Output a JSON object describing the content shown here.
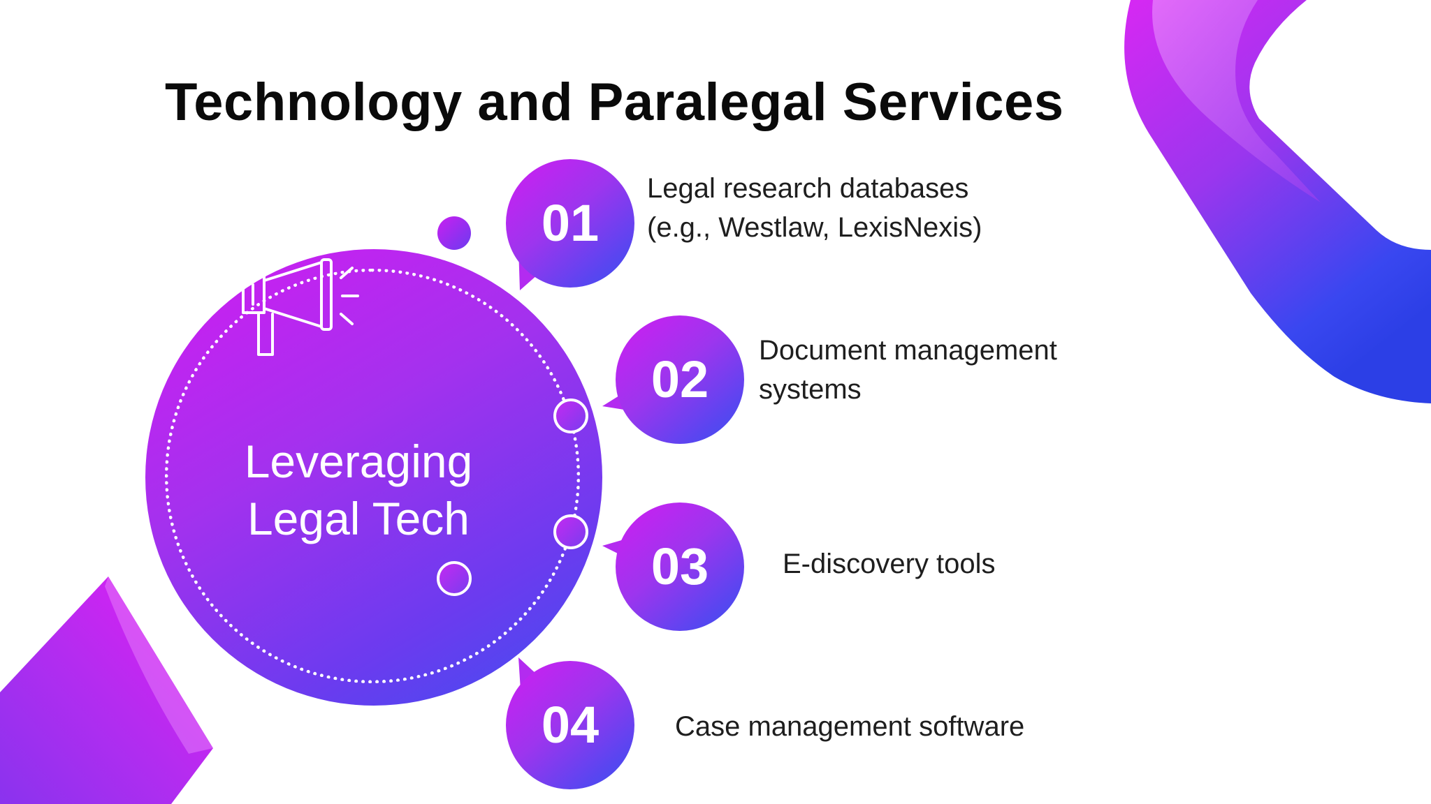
{
  "title": "Technology and Paralegal Services",
  "center": {
    "line1": "Leveraging",
    "line2": "Legal Tech"
  },
  "items": [
    {
      "number": "01",
      "line1": "Legal research databases",
      "line2": "(e.g., Westlaw, LexisNexis)"
    },
    {
      "number": "02",
      "line1": "Document management",
      "line2": "systems"
    },
    {
      "number": "03",
      "line1": "E-discovery tools",
      "line2": ""
    },
    {
      "number": "04",
      "line1": "Case management software",
      "line2": ""
    }
  ],
  "colors": {
    "accent_magenta": "#d21cf2",
    "accent_violet": "#8a38ef",
    "accent_blue": "#3f4ff0",
    "text": "#1e1e1e",
    "title": "#0a0a0a"
  },
  "icons": [
    "megaphone-icon"
  ]
}
